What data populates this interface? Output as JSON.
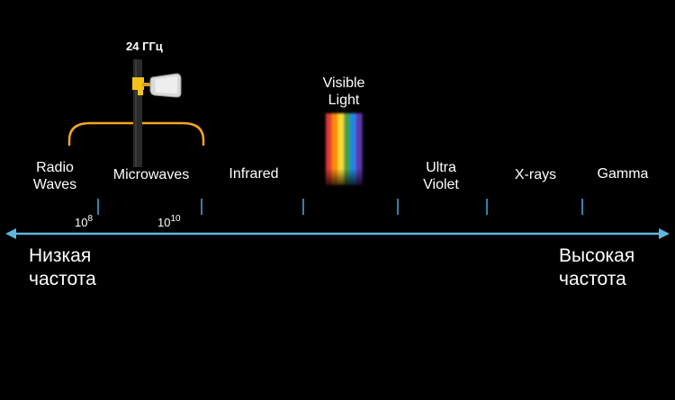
{
  "diagram": {
    "frequency_label": "24 ГГц",
    "bands": [
      {
        "line1": "Radio",
        "line2": "Waves"
      },
      {
        "line1": "Microwaves"
      },
      {
        "line1": "Infrared"
      },
      {
        "line1": "Visible",
        "line2": "Light"
      },
      {
        "line1": "Ultra",
        "line2": "Violet"
      },
      {
        "line1": "X-rays"
      },
      {
        "line1": "Gamma"
      }
    ],
    "ticks": [
      {
        "base": "10",
        "exp": "8"
      },
      {
        "base": "10",
        "exp": "10"
      }
    ],
    "low_end": {
      "line1": "Низкая",
      "line2": "частота"
    },
    "high_end": {
      "line1": "Высокая",
      "line2": "частота"
    },
    "colors": {
      "axis": "#5fb6e0",
      "tick": "#3b7fa8",
      "bracket": "#f5a623",
      "background": "#000000",
      "text": "#ffffff"
    },
    "spectrum_colors": [
      "#e53935",
      "#fb8c00",
      "#fdd835",
      "#43a047",
      "#1e88e5",
      "#5e35b1"
    ]
  }
}
